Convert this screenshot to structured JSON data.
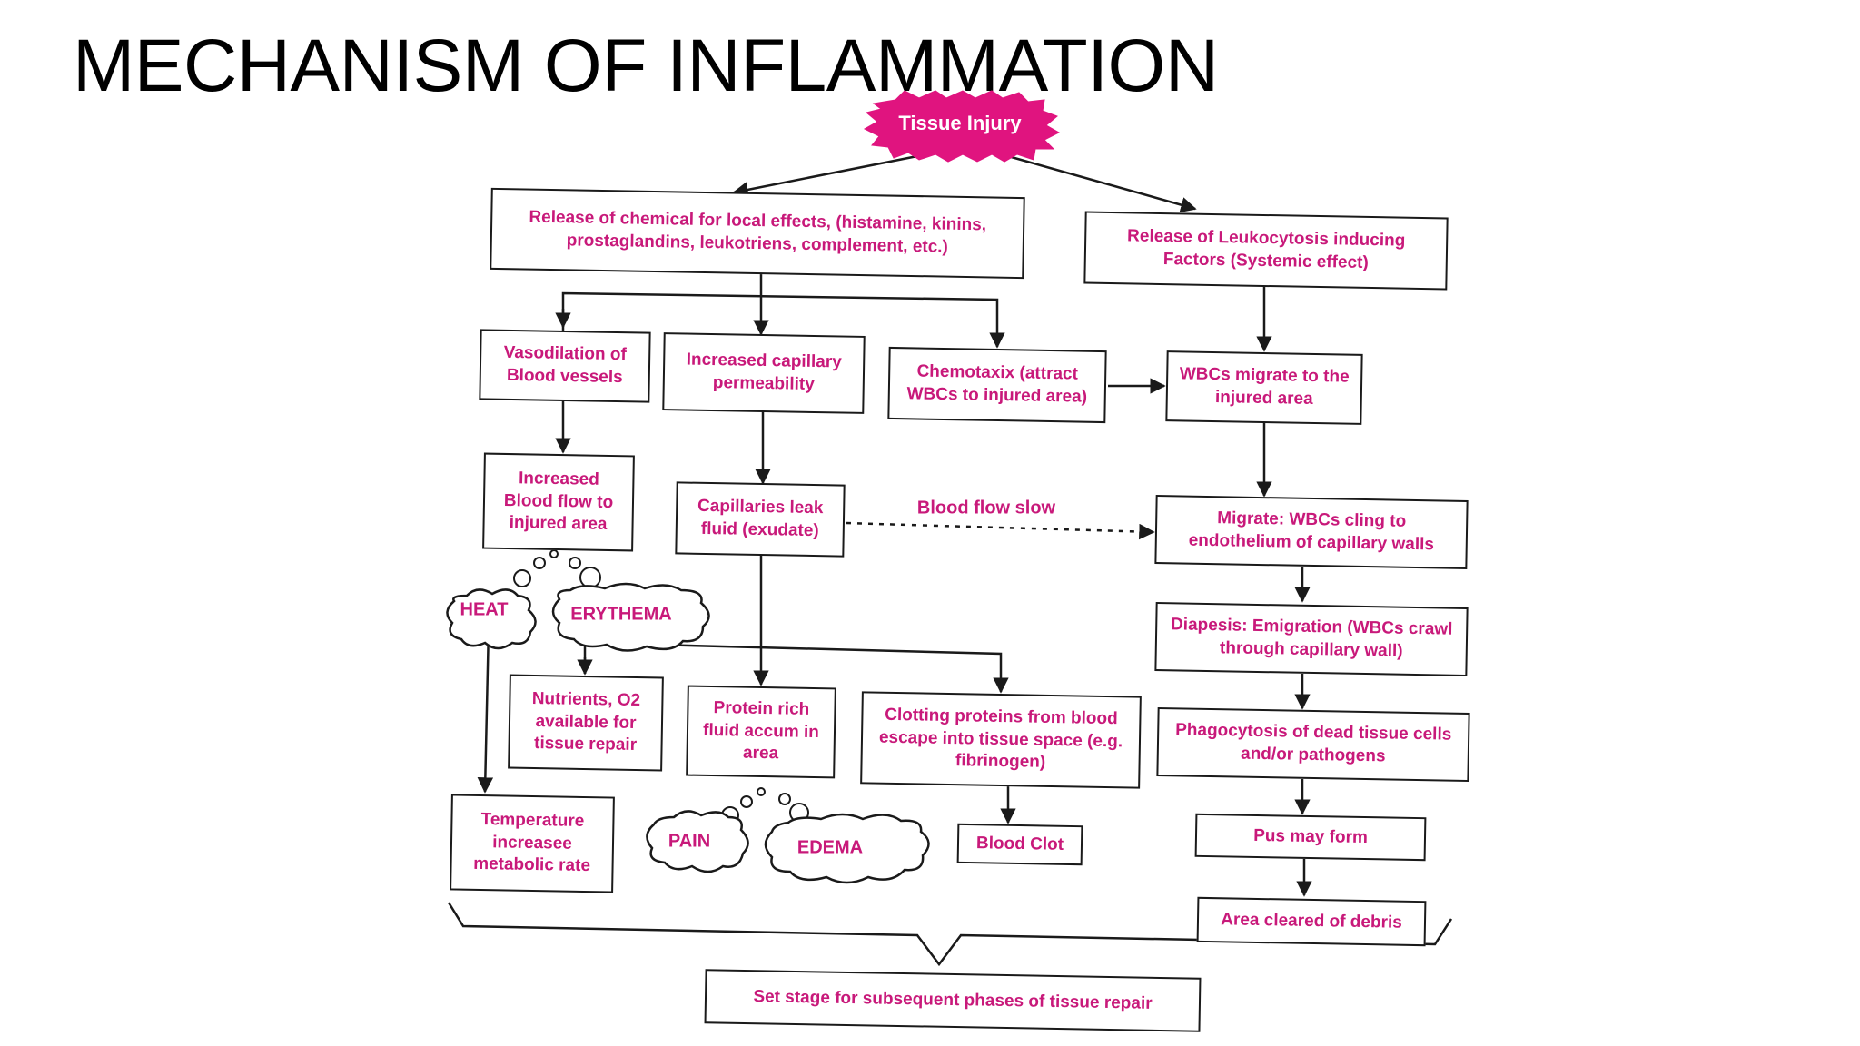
{
  "slide": {
    "title": "MECHANISM OF INFLAMMATION"
  },
  "colors": {
    "accent": "#c8197a",
    "line": "#1a1a1a",
    "background": "#ffffff"
  },
  "diagram": {
    "start": "Tissue Injury",
    "nodes": {
      "release_chemical": "Release of chemical for local effects, (histamine, kinins, prostaglandins, leukotriens, complement, etc.)",
      "release_leukocytosis": "Release of Leukocytosis inducing Factors (Systemic effect)",
      "vasodilation": "Vasodilation of Blood vessels",
      "capillary_permeability": "Increased capillary permeability",
      "chemotaxix": "Chemotaxix (attract WBCs to injured area)",
      "wbc_migrate": "WBCs migrate to the injured area",
      "increased_blood_flow": "Increased Blood flow to injured area",
      "capillaries_leak": "Capillaries leak fluid (exudate)",
      "migrate_cling": "Migrate: WBCs cling to endothelium of capillary walls",
      "diapesis": "Diapesis: Emigration (WBCs crawl through capillary wall)",
      "nutrients": "Nutrients, O2 available for tissue repair",
      "protein_fluid": "Protein rich fluid accum in area",
      "clotting_proteins": "Clotting proteins from blood escape into tissue space (e.g. fibrinogen)",
      "phagocytosis": "Phagocytosis of dead tissue cells and/or pathogens",
      "temperature": "Temperature increasee metabolic rate",
      "blood_clot": "Blood Clot",
      "pus": "Pus may form",
      "area_cleared": "Area cleared of debris",
      "set_stage": "Set stage for subsequent phases of tissue repair"
    },
    "signs": {
      "heat": "HEAT",
      "erythema": "ERYTHEMA",
      "pain": "PAIN",
      "edema": "EDEMA"
    },
    "edge_labels": {
      "blood_flow_slow": "Blood flow slow"
    }
  }
}
